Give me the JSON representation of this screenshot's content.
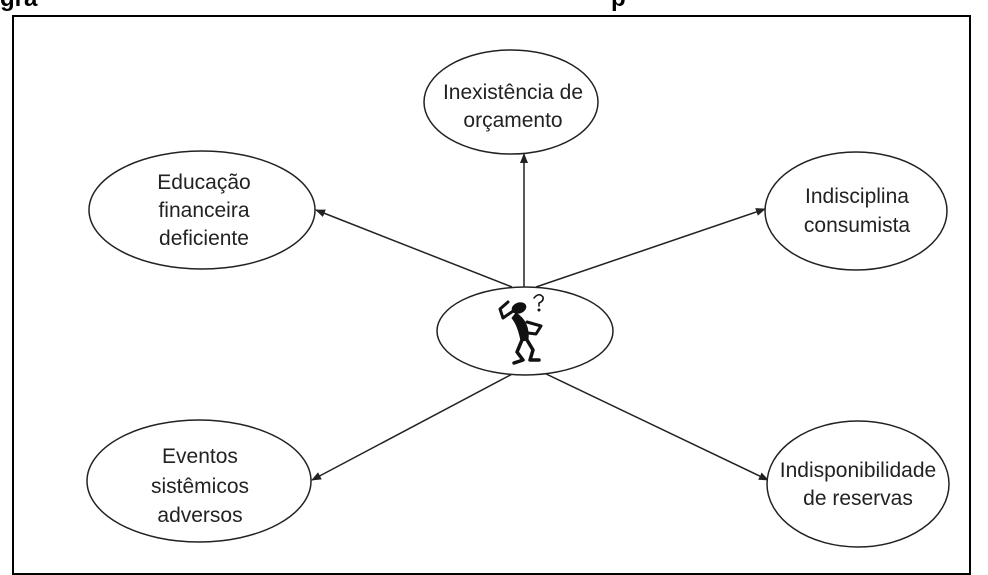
{
  "heading": {
    "fragment_left": "gra",
    "fragment_right": "p"
  },
  "diagram": {
    "center": {
      "icon": "confused-person-icon"
    },
    "nodes": [
      {
        "id": "inexistencia",
        "lines": [
          "Inexistência de",
          "orçamento"
        ]
      },
      {
        "id": "educacao",
        "lines": [
          "Educação",
          "financeira",
          "deficiente"
        ]
      },
      {
        "id": "indisciplina",
        "lines": [
          "Indisciplina",
          "consumista"
        ]
      },
      {
        "id": "eventos",
        "lines": [
          "Eventos",
          "sistêmicos",
          "adversos"
        ]
      },
      {
        "id": "indisponibilidade",
        "lines": [
          "Indisponibilidade",
          "de reservas"
        ]
      }
    ]
  }
}
